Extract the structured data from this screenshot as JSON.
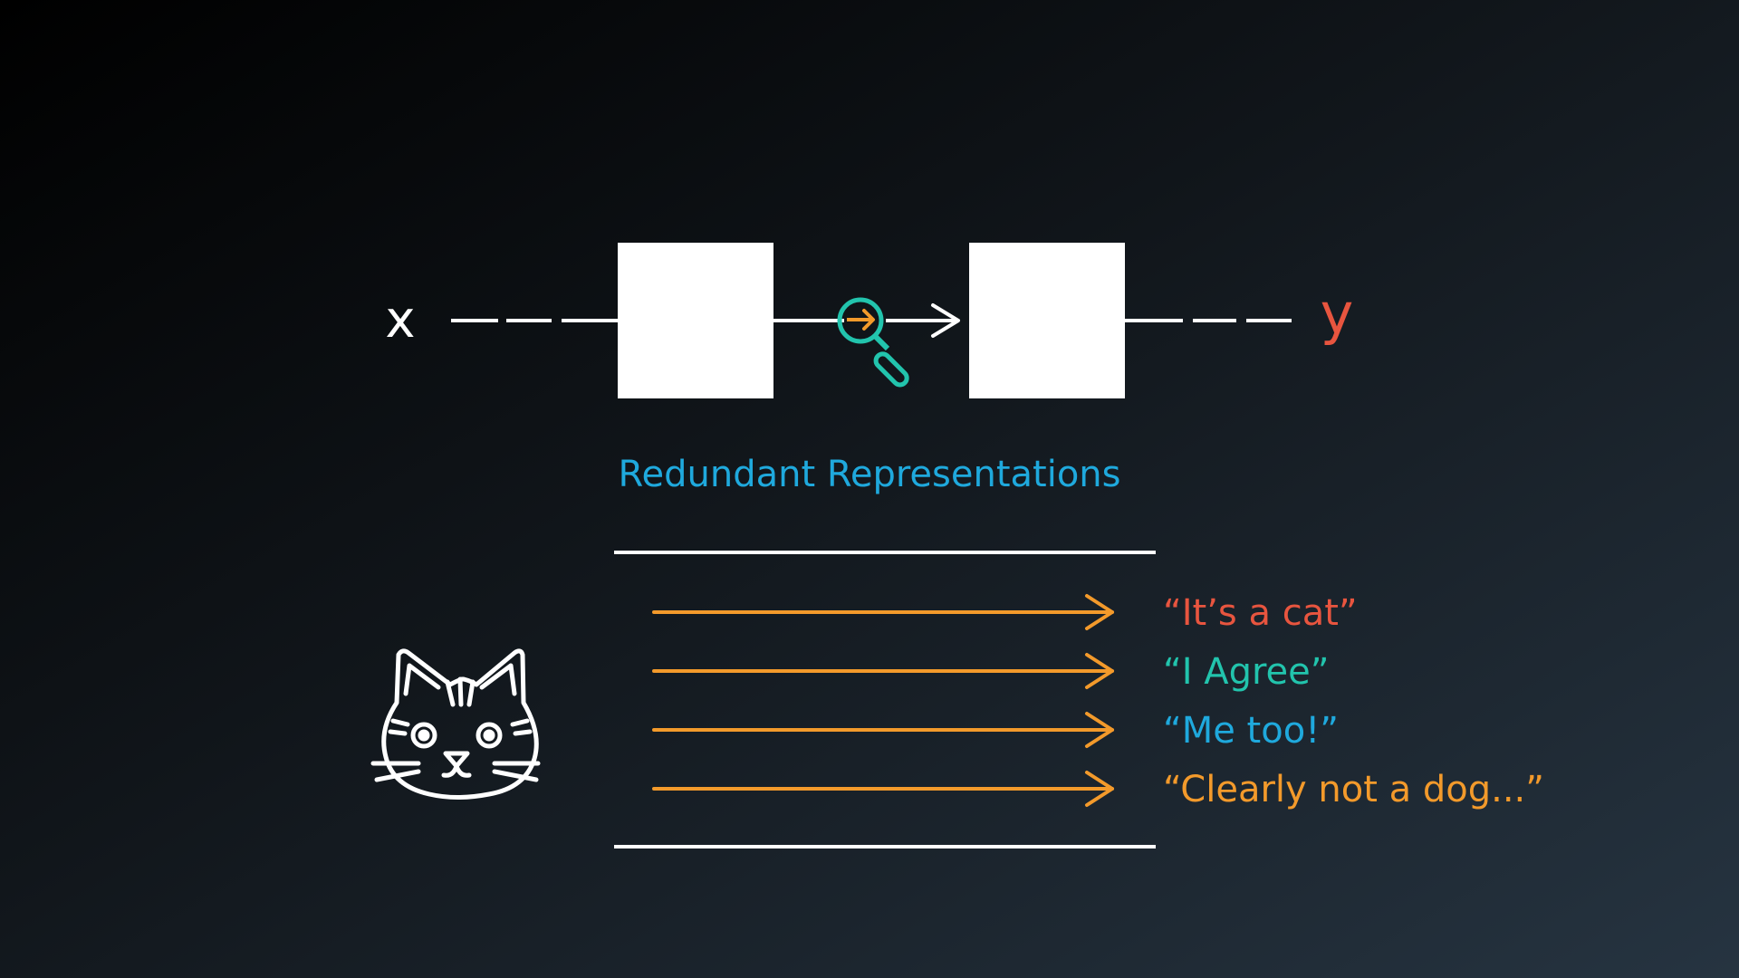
{
  "diagram": {
    "input_label": "x",
    "output_label": "y",
    "caption": "Redundant Representations"
  },
  "opinions": [
    {
      "text": "“It’s a cat”",
      "color": "#e8553f"
    },
    {
      "text": "“I Agree”",
      "color": "#22c4ad"
    },
    {
      "text": "“Me too!”",
      "color": "#1fa9dd"
    },
    {
      "text": "“Clearly not a dog...”",
      "color": "#f39a2b"
    }
  ],
  "colors": {
    "line": "#ffffff",
    "arrow": "#f39a2b",
    "caption": "#1fa9dd",
    "output": "#e8553f",
    "magnifier": "#22c4ad",
    "magnifier_arrow": "#f39a2b"
  },
  "icons": {
    "magnifier": "magnifier-icon",
    "cat": "cat-face-icon"
  }
}
